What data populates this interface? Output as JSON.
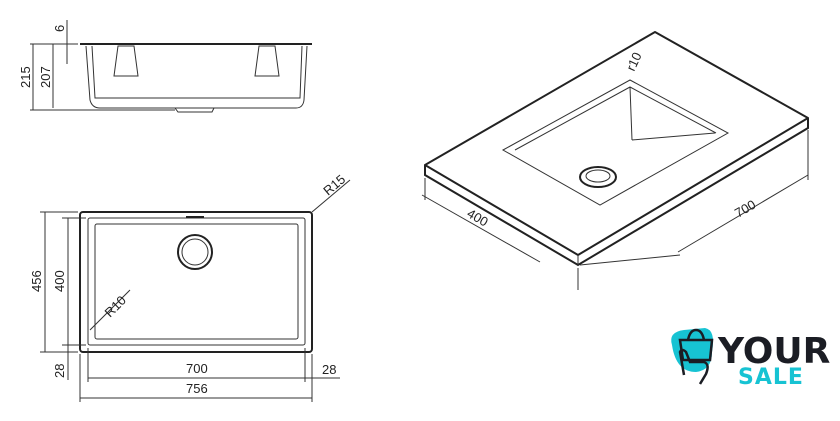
{
  "side_view": {
    "dim_total_height": "215",
    "dim_bowl_depth": "207",
    "dim_thickness": "6"
  },
  "top_view": {
    "dim_outer_depth": "456",
    "dim_inner_depth": "400",
    "dim_rim_left": "28",
    "dim_rim_right": "28",
    "dim_inner_width": "700",
    "dim_outer_width": "756",
    "radius_outer": "R15",
    "radius_inner": "R10"
  },
  "iso_view": {
    "dim_depth": "400",
    "dim_width": "700",
    "radius": "r10"
  },
  "logo": {
    "line1": "YOUR",
    "line2": "SALE",
    "colors": {
      "dark": "#1b1d24",
      "accent": "#17c3d3"
    }
  }
}
